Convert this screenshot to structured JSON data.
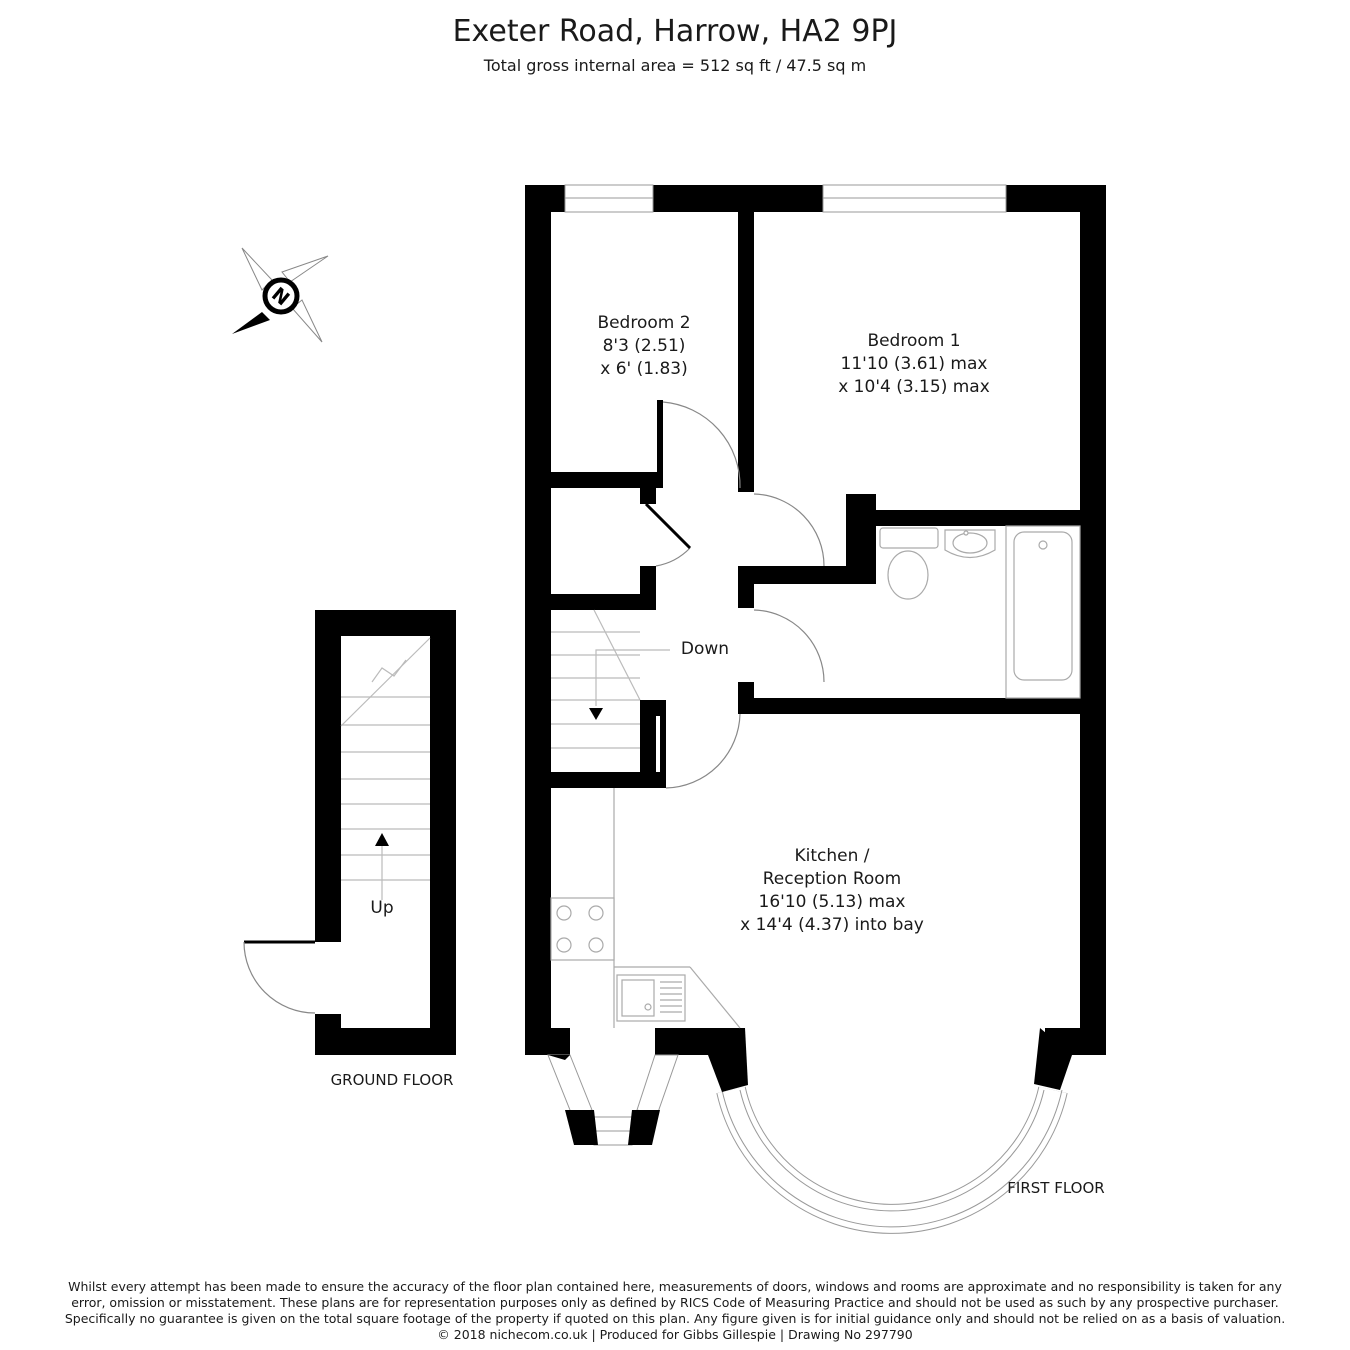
{
  "header": {
    "title": "Exeter Road, Harrow, HA2 9PJ",
    "subtitle": "Total gross internal area =  512 sq ft / 47.5 sq m"
  },
  "rooms": {
    "bedroom2": {
      "name": "Bedroom 2",
      "dim1": "8'3 (2.51)",
      "dim2": "x 6' (1.83)"
    },
    "bedroom1": {
      "name": "Bedroom 1",
      "dim1": "11'10 (3.61) max",
      "dim2": "x 10'4 (3.15) max"
    },
    "kitchen": {
      "name1": "Kitchen /",
      "name2": "Reception Room",
      "dim1": "16'10 (5.13) max",
      "dim2": "x 14'4 (4.37) into bay"
    }
  },
  "stairs": {
    "down_label": "Down",
    "up_label": "Up"
  },
  "floors": {
    "ground": "GROUND FLOOR",
    "first": "FIRST FLOOR"
  },
  "compass": {
    "letter": "N"
  },
  "wall_color": "#000000",
  "disclaimer": {
    "line1": "Whilst every attempt has been made to ensure the accuracy of the floor plan contained here, measurements of doors, windows and rooms are approximate and no responsibility is taken for any",
    "line2": "error, omission or misstatement. These plans are for representation purposes only as defined by RICS Code of Measuring Practice and should not be used as such by any prospective purchaser.",
    "line3": "Specifically no guarantee is given on the total square footage of the property if quoted on this plan. Any figure given is for initial guidance only and should not be relied on as a basis of valuation.",
    "line4": "© 2018 nichecom.co.uk  |  Produced for Gibbs Gillespie  |  Drawing No 297790"
  }
}
